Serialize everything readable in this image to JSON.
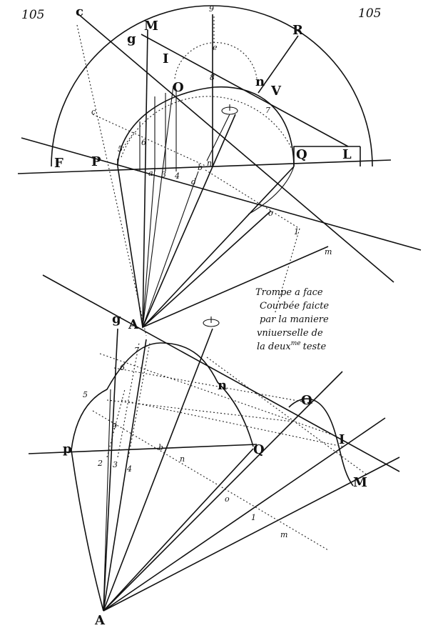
{
  "page": {
    "number_left": "105",
    "number_right": "105"
  },
  "caption": {
    "line1": "Trompe a face",
    "line2": "Courbée faicte",
    "line3": "par la maniere",
    "line4": "vniuerselle de",
    "line5_main": "la deux",
    "line5_sup": "me",
    "line5_end": "teste"
  },
  "upper_figure": {
    "labels": {
      "c_top": "c",
      "M": "M",
      "g": "g",
      "nine": "9",
      "R": "R",
      "I": "I",
      "e": "e",
      "eight": "8",
      "O": "O",
      "n_arc": "n",
      "V": "V",
      "c_left": "c",
      "seven": "7",
      "six": "6",
      "five": "5",
      "F": "F",
      "P": "P",
      "Q": "Q",
      "L": "L",
      "a": "a",
      "three": "3",
      "four": "4",
      "b": "b",
      "n_center": "n",
      "d": "d",
      "o": "o",
      "one": "1",
      "m": "m",
      "A": "A"
    }
  },
  "lower_figure": {
    "labels": {
      "g": "g",
      "seven": "7",
      "six": "6",
      "n": "n",
      "five": "5",
      "nine": "9",
      "O": "O",
      "p": "p",
      "two": "2",
      "three": "3",
      "four": "4",
      "b": "b",
      "n_base": "n",
      "Q": "Q",
      "I": "I",
      "M": "M",
      "o": "o",
      "one": "1",
      "m": "m",
      "A": "A"
    }
  }
}
